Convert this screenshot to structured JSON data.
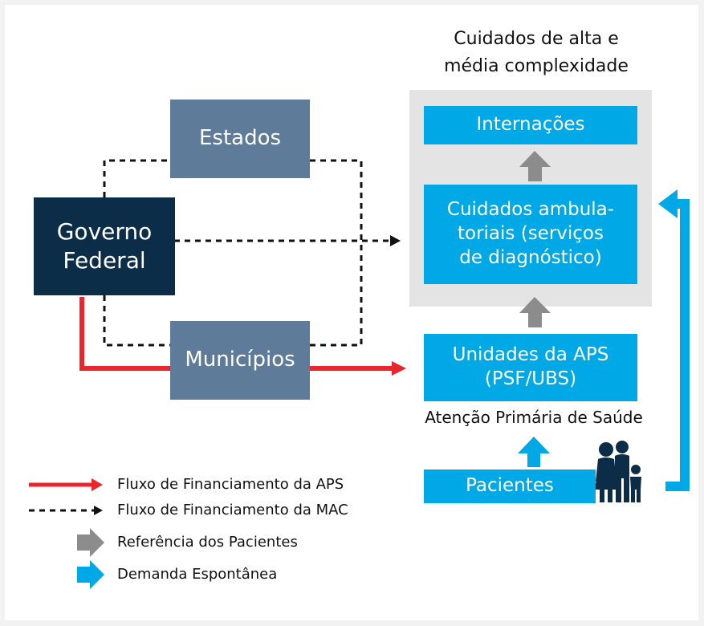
{
  "colors": {
    "apps_flow": "#e8262c",
    "mac_flow": "#111111",
    "referral": "#8c8c8c",
    "spontaneous": "#00a8e6",
    "federal": "#0c2d48",
    "entity": "#5e7c9a",
    "service": "#00a8e6",
    "complex_bg": "#e4e4e4"
  },
  "complex": {
    "title_line1": "Cuidados de alta e",
    "title_line2": "média complexidade"
  },
  "nodes": {
    "internacoes": "Internações",
    "ambulatoriais_line1": "Cuidados ambula-",
    "ambulatoriais_line2": "toriais (serviços",
    "ambulatoriais_line3": "de diagnóstico)",
    "aps_line1": "Unidades da APS",
    "aps_line2": "(PSF/UBS)",
    "aps_caption": "Atenção Primária de Saúde",
    "pacientes": "Pacientes",
    "estados": "Estados",
    "municipios": "Municípios",
    "governo_line1": "Governo",
    "governo_line2": "Federal"
  },
  "legend": [
    {
      "label": "Fluxo de Financiamento da APS",
      "icon": "red-solid-arrow-icon"
    },
    {
      "label": "Fluxo de Financiamento da MAC",
      "icon": "black-dashed-arrow-icon"
    },
    {
      "label": "Referência dos Pacientes",
      "icon": "gray-block-arrow-icon"
    },
    {
      "label": "Demanda Espontânea",
      "icon": "blue-block-arrow-icon"
    }
  ]
}
